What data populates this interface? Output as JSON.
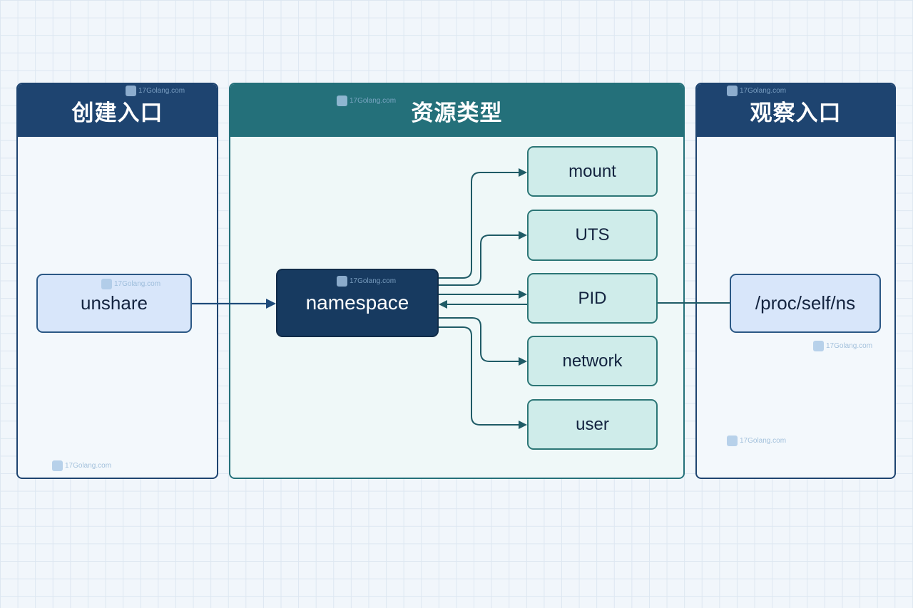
{
  "panels": {
    "create": {
      "title": "创建入口"
    },
    "resources": {
      "title": "资源类型"
    },
    "observe": {
      "title": "观察入口"
    }
  },
  "nodes": {
    "unshare": "unshare",
    "namespace": "namespace",
    "proc": "/proc/self/ns",
    "mount": "mount",
    "uts": "UTS",
    "pid": "PID",
    "network": "network",
    "user": "user"
  },
  "watermark": "17Golang.com",
  "colors": {
    "navy": "#1e4470",
    "teal": "#24707a",
    "dark_node": "#173a60",
    "light_blue": "#d8e6fa",
    "light_teal": "#cfecea",
    "arrow": "#1f5b66"
  }
}
